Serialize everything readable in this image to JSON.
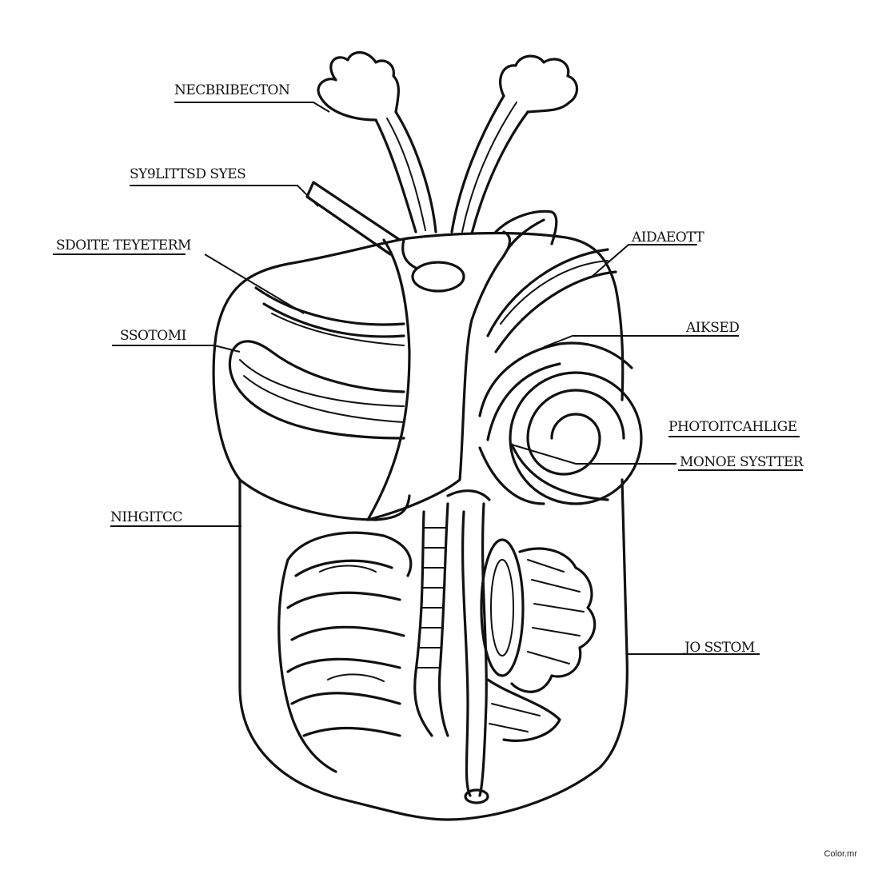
{
  "labels": {
    "top_left": "NECBRIBECTON",
    "left_2": "SY9LITTSD SYES",
    "left_3": "SDOITE TEYETERM",
    "left_4": "SSOTOMI",
    "left_5": "NIHGITCC",
    "right_1": "AIDAEOTT",
    "right_2": "AIKSED",
    "right_3": "PHOTOITCAHLIGE",
    "right_4": "MONOE SYSTTER",
    "right_5": "JO SSTOM"
  },
  "watermark": "Color.mr"
}
